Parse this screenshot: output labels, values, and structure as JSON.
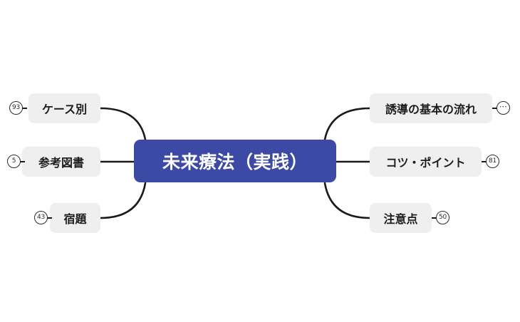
{
  "diagram": {
    "type": "mind-map",
    "background_color": "#ffffff",
    "root": {
      "label": "未来療法（実践）",
      "fill_color": "#3d4aa5",
      "text_color": "#ffffff"
    },
    "node_fill_color": "#efefef",
    "node_text_color": "#1d1d1f",
    "connector_color": "#1a1a1a",
    "branches_left": [
      {
        "label": "ケース別",
        "badge": "93"
      },
      {
        "label": "参考図書",
        "badge": "5"
      },
      {
        "label": "宿題",
        "badge": "43"
      }
    ],
    "branches_right": [
      {
        "label": "誘導の基本の流れ",
        "badge": "⋯"
      },
      {
        "label": "コツ・ポイント",
        "badge": "81"
      },
      {
        "label": "注意点",
        "badge": "50"
      }
    ]
  }
}
